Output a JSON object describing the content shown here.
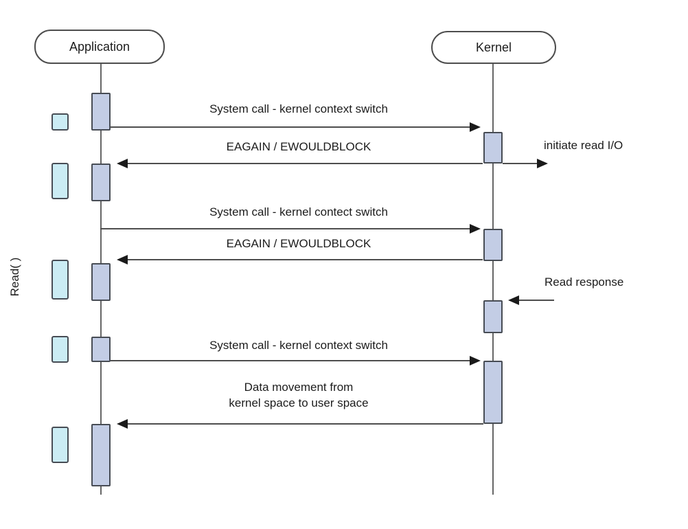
{
  "diagram": {
    "title_hint": "Non-blocking read() sequence between application and kernel",
    "actors": [
      {
        "label": "Application"
      },
      {
        "label": "Kernel"
      }
    ],
    "left_axis_label": "Read( )",
    "messages": {
      "syscall1": "System call - kernel context switch",
      "eagain1": "EAGAIN / EWOULDBLOCK",
      "initiate_read": "initiate read I/O",
      "syscall2": "System call - kernel contect switch",
      "eagain2": "EAGAIN / EWOULDBLOCK",
      "read_response": "Read response",
      "syscall3": "System call - kernel context switch",
      "data_movement_line1": "Data movement from",
      "data_movement_line2": "kernel space to user space"
    },
    "colors": {
      "activation_fill": "#c3cde5",
      "activation_border": "#474c54",
      "state_fill": "#cbecf4",
      "state_border": "#474c54",
      "lifeline": "#666666",
      "arrow_line": "#4d4d4d",
      "arrowhead": "#1a1a1a",
      "text": "#1c1c1c",
      "actor_fill": "#ffffff",
      "actor_border": "#4d4d4d"
    }
  }
}
